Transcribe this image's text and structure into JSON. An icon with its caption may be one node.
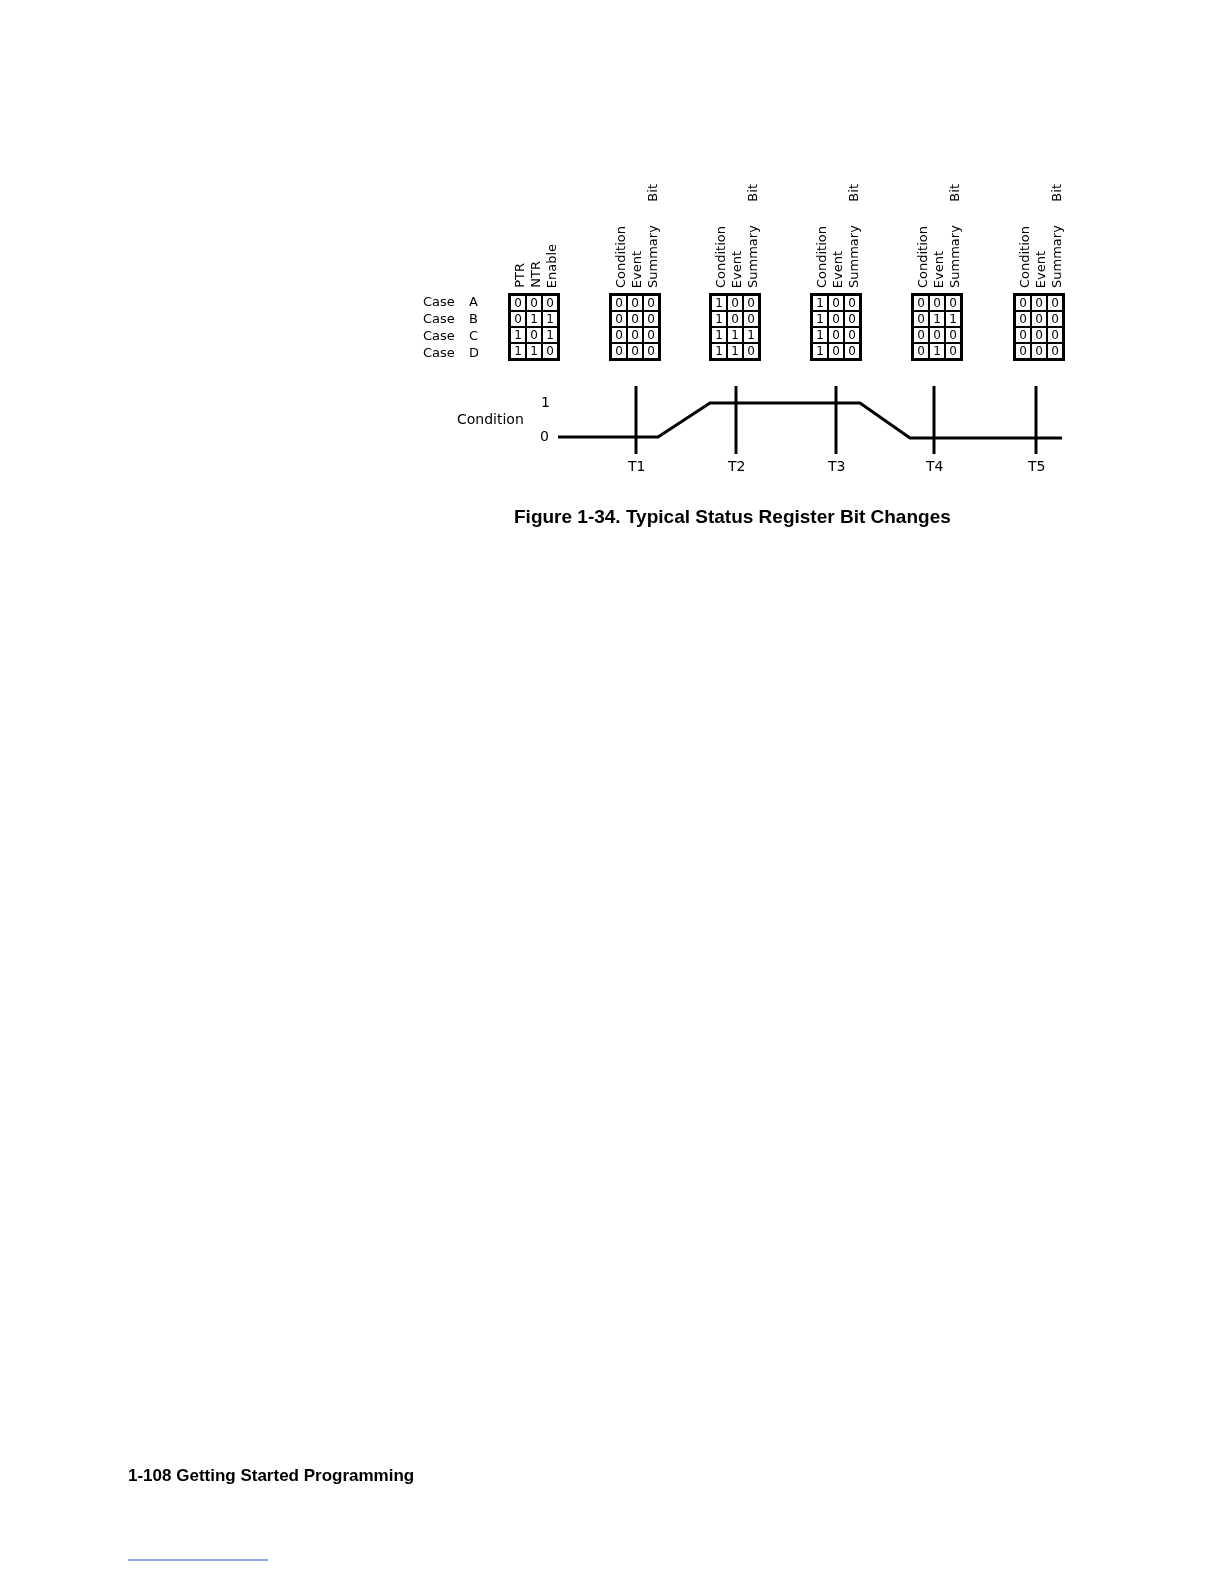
{
  "diagram": {
    "caption": "Figure 1-34. Typical Status Register Bit Changes",
    "labels": [
      "PTR",
      "NTR",
      "Enable",
      "Condition",
      "Event",
      "Summary Bit",
      "Condition",
      "Event",
      "Summary Bit",
      "Condition",
      "Event",
      "Summary Bit",
      "Condition",
      "Event",
      "Summary Bit",
      "Condition",
      "Event",
      "Summary Bit",
      "Case A",
      "Case B",
      "Case C",
      "Case D",
      "0",
      "0",
      "0",
      "0",
      "1",
      "1",
      "1",
      "0",
      "1",
      "1",
      "1",
      "0",
      "0",
      "0",
      "0",
      "0",
      "0",
      "0",
      "0",
      "0",
      "0",
      "0",
      "0",
      "0",
      "1",
      "0",
      "0",
      "1",
      "0",
      "0",
      "1",
      "1",
      "1",
      "1",
      "1",
      "0",
      "1",
      "0",
      "0",
      "1",
      "0",
      "0",
      "1",
      "0",
      "0",
      "1",
      "0",
      "0",
      "0",
      "0",
      "0",
      "0",
      "1",
      "1",
      "0",
      "0",
      "0",
      "0",
      "1",
      "0",
      "0",
      "0",
      "0",
      "0",
      "0",
      "0",
      "0",
      "0",
      "0",
      "0",
      "0",
      "0",
      "1",
      "Condition",
      "0",
      "T1",
      "T2",
      "T3",
      "T4",
      "T5",
      "1-108 Getting Started Programming"
    ]
  }
}
